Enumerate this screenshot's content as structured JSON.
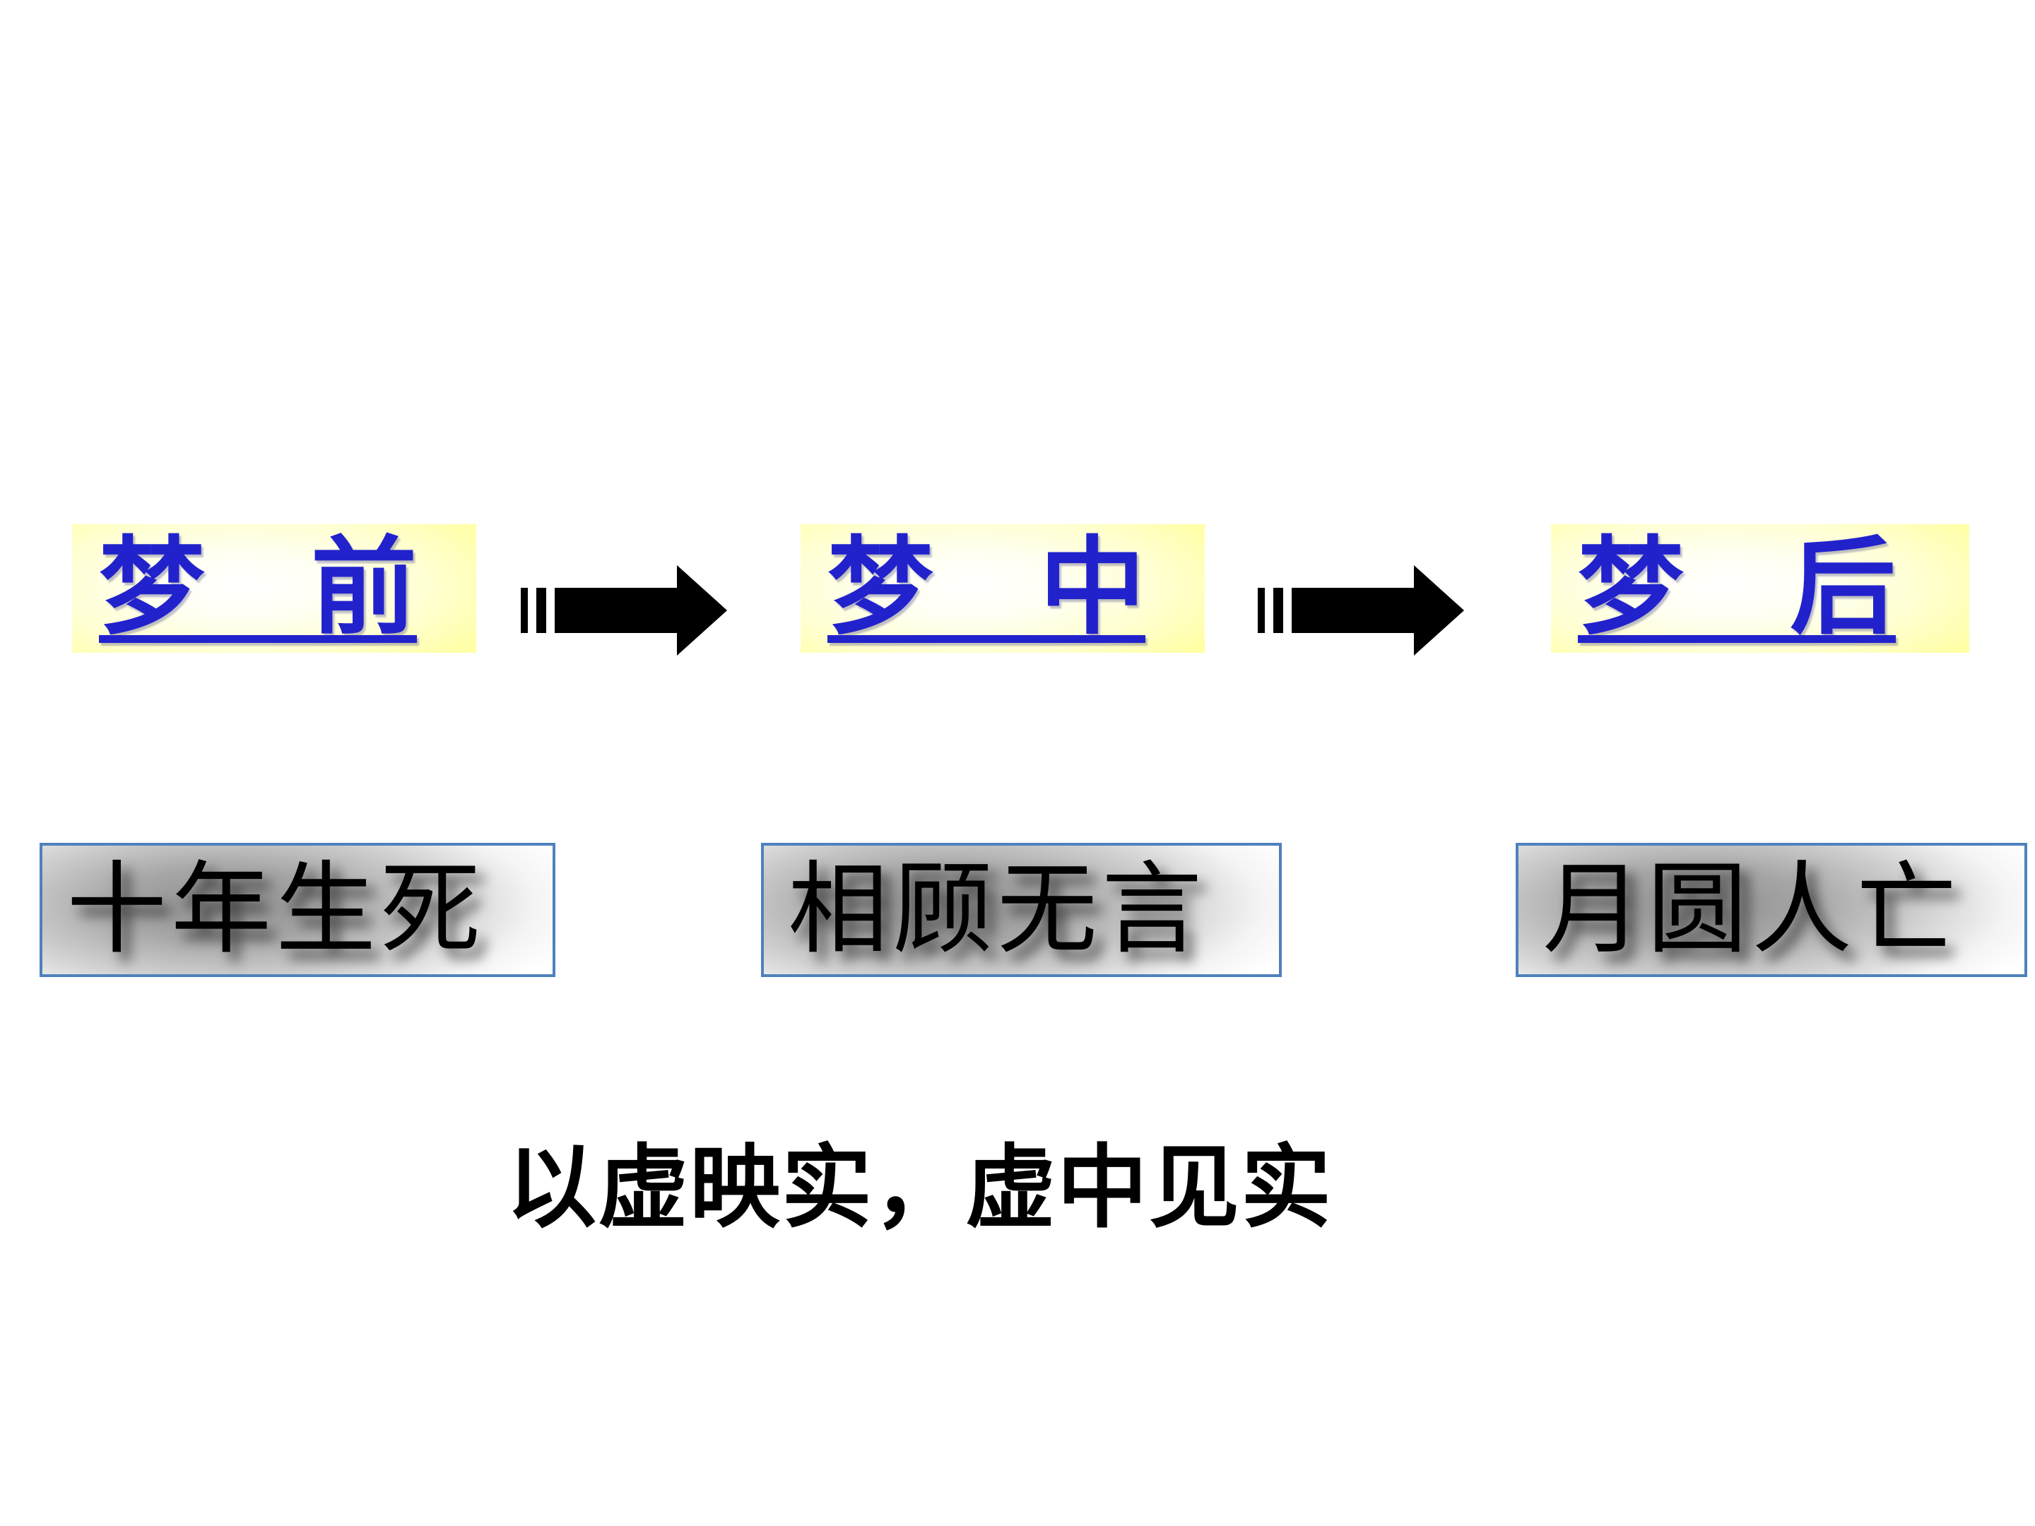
{
  "stages": [
    {
      "label": "梦　前"
    },
    {
      "label": "梦　中"
    },
    {
      "label": "梦　后"
    }
  ],
  "arrows": [
    {
      "icon": "striped-right-arrow-icon"
    },
    {
      "icon": "striped-right-arrow-icon"
    }
  ],
  "phrases": [
    {
      "text": "十年生死"
    },
    {
      "text": "相顾无言"
    },
    {
      "text": "月圆人亡"
    }
  ],
  "caption": {
    "text": "以虚映实，虚中见实"
  },
  "colors": {
    "background": "#ffffff",
    "stage_text_blue": "#2222cc",
    "stage_box_yellow_edge": "#ffff9e",
    "arrow_black": "#000000",
    "phrase_border_blue": "#4f81bd",
    "phrase_gray_center": "#8f8f8f",
    "caption_black": "#000000"
  }
}
